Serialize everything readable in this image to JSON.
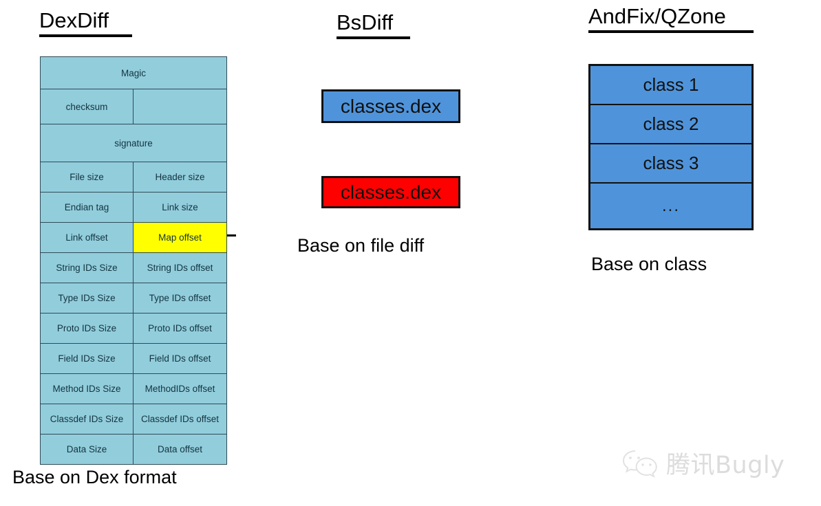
{
  "columns": {
    "dexdiff": {
      "title": "DexDiff",
      "caption": "Base on Dex format",
      "table": {
        "rows": [
          {
            "kind": "full",
            "cells": [
              "Magic"
            ]
          },
          {
            "kind": "split-blank",
            "cells": [
              "checksum",
              ""
            ]
          },
          {
            "kind": "full",
            "cells": [
              "signature"
            ]
          },
          {
            "kind": "split",
            "cells": [
              "File size",
              "Header size"
            ]
          },
          {
            "kind": "split",
            "cells": [
              "Endian tag",
              "Link size"
            ]
          },
          {
            "kind": "split-highlight",
            "cells": [
              "Link offset",
              "Map offset"
            ]
          },
          {
            "kind": "split",
            "cells": [
              "String IDs Size",
              "String IDs offset"
            ]
          },
          {
            "kind": "split",
            "cells": [
              "Type IDs Size",
              "Type IDs offset"
            ]
          },
          {
            "kind": "split",
            "cells": [
              "Proto IDs Size",
              "Proto IDs offset"
            ]
          },
          {
            "kind": "split",
            "cells": [
              "Field IDs Size",
              "Field IDs offset"
            ]
          },
          {
            "kind": "split",
            "cells": [
              "Method IDs Size",
              "MethodIDs offset"
            ]
          },
          {
            "kind": "split",
            "cells": [
              "Classdef IDs Size",
              "Classdef IDs offset"
            ]
          },
          {
            "kind": "split",
            "cells": [
              "Data Size",
              "Data offset"
            ]
          }
        ]
      }
    },
    "bsdiff": {
      "title": "BsDiff",
      "caption": "Base on file diff",
      "boxes": [
        {
          "label": "classes.dex",
          "color": "#4F94DB"
        },
        {
          "label": "classes.dex",
          "color": "#FF0000"
        }
      ]
    },
    "andfix": {
      "title": "AndFix/QZone",
      "caption": "Base on class",
      "classes": [
        "class 1",
        "class 2",
        "class 3",
        "..."
      ]
    }
  },
  "watermark": {
    "text": "腾讯Bugly",
    "icon": "wechat-icon"
  },
  "colors": {
    "dex_table_fill": "#92CDDC",
    "dex_table_border": "#2E4A55",
    "highlight": "#FFFF00",
    "blue_box": "#4F94DB",
    "red_box": "#FF0000",
    "text": "#000000",
    "watermark_text": "#DCDCDC"
  }
}
